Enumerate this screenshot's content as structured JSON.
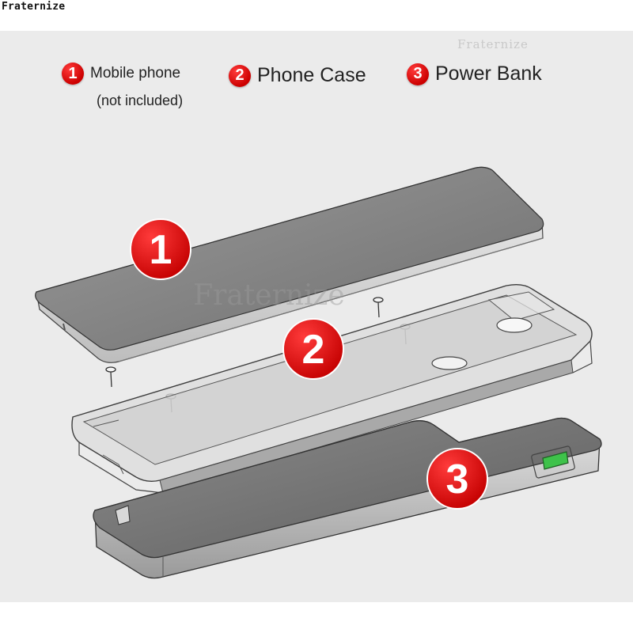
{
  "brand": "Fraternize",
  "watermarks": {
    "top": "Fraternize",
    "center": "Fraternize"
  },
  "legend": [
    {
      "number": "1",
      "label": "Mobile phone",
      "note": "(not included)"
    },
    {
      "number": "2",
      "label": "Phone Case"
    },
    {
      "number": "3",
      "label": "Power Bank"
    }
  ],
  "colors": {
    "badge_red": "#e00000",
    "panel_bg": "#ebebeb",
    "usb_port_green": "#3ec24a"
  }
}
